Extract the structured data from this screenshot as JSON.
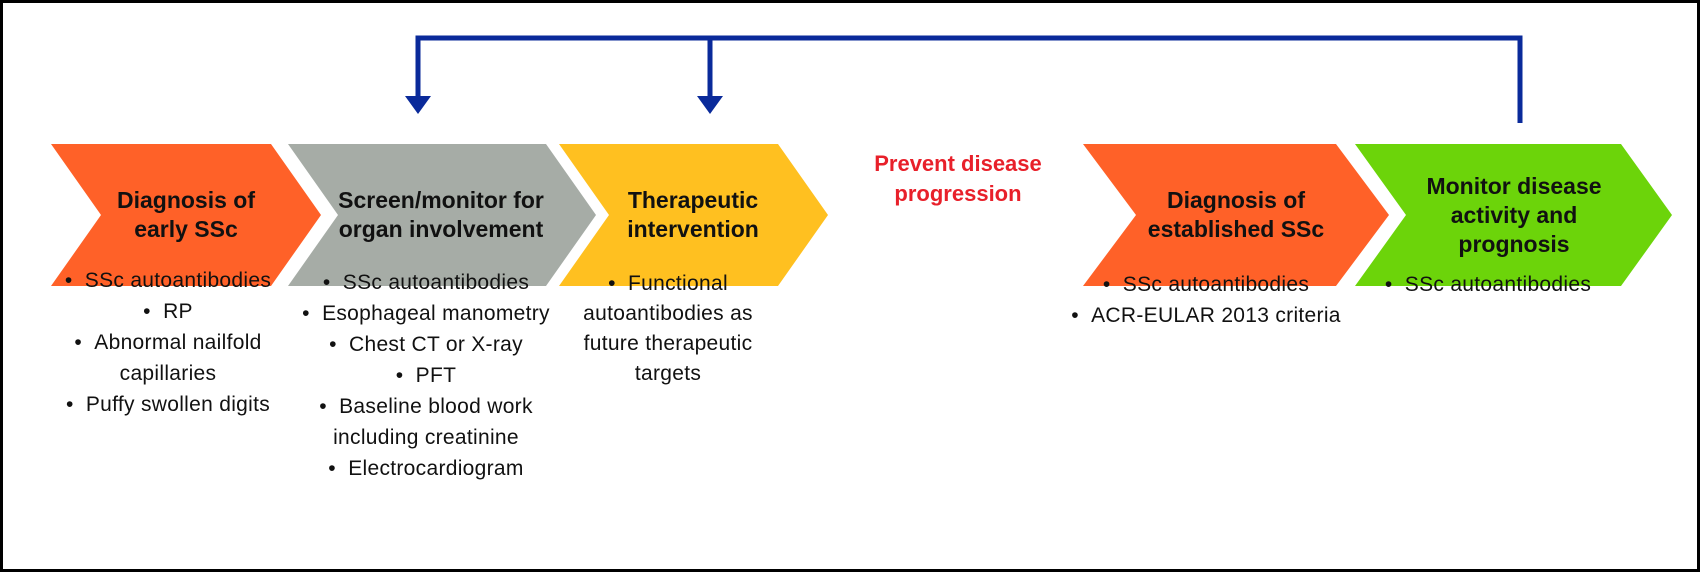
{
  "steps": [
    {
      "title": "Diagnosis of early SSc",
      "color": "#ff6128"
    },
    {
      "title": "Screen/monitor for organ involvement",
      "color": "#a6aca6"
    },
    {
      "title": "Therapeutic intervention",
      "color": "#ffc020"
    },
    {
      "title": "Diagnosis of established SSc",
      "color": "#ff6128"
    },
    {
      "title": "Monitor disease activity and prognosis",
      "color": "#6cd40a"
    }
  ],
  "prevent_text": "Prevent disease progression",
  "bullets": {
    "early": [
      "SSc autoantibodies",
      "RP",
      "Abnormal nailfold capillaries",
      "Puffy swollen digits"
    ],
    "screen": [
      "SSc autoantibodies",
      "Esophageal manometry",
      "Chest CT or X-ray",
      "PFT",
      "Baseline blood work including creatinine",
      "Electrocardiogram"
    ],
    "therapeutic": [
      "Functional autoantibodies as future therapeutic targets"
    ],
    "established": [
      "SSc autoantibodies",
      "ACR-EULAR 2013 criteria"
    ],
    "monitor": [
      "SSc autoantibodies"
    ]
  },
  "colors": {
    "connector": "#0a2a9a",
    "prevent_text": "#e8202a"
  }
}
